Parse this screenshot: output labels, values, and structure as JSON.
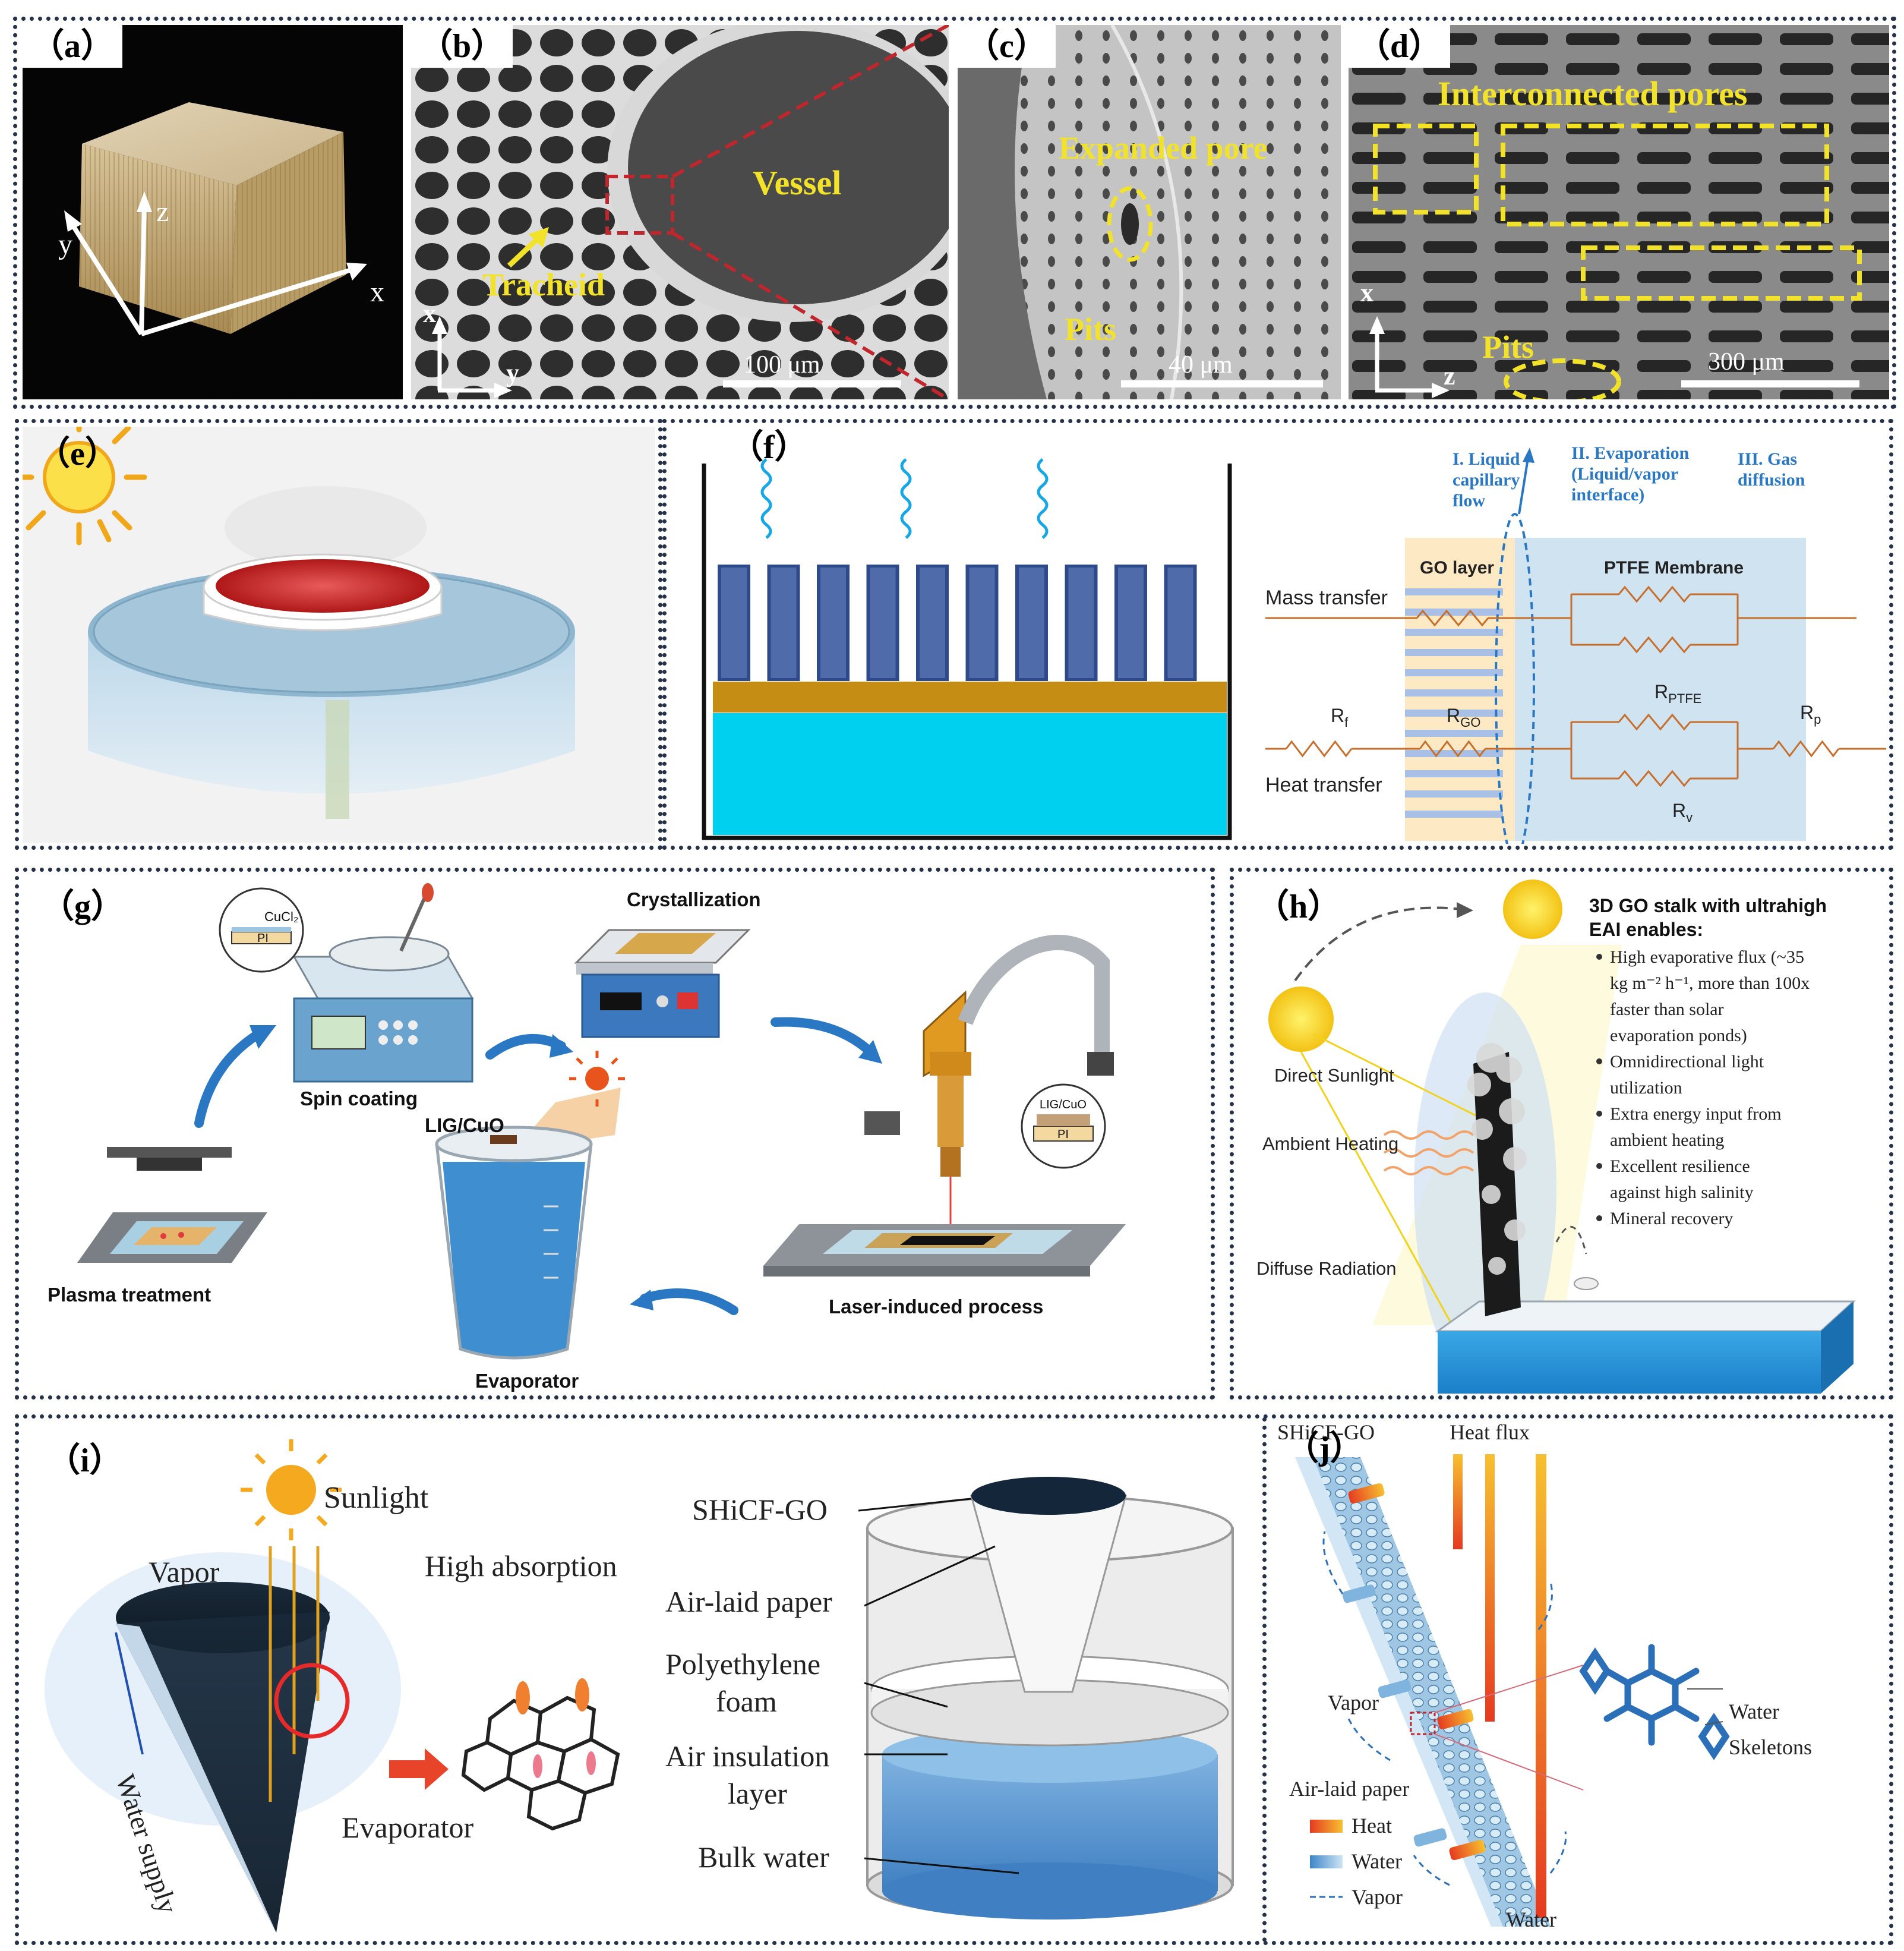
{
  "panels": {
    "a": {
      "tag": "（a）",
      "axes": {
        "x": "x",
        "y": "y",
        "z": "z"
      }
    },
    "b": {
      "tag": "（b）",
      "vessel": "Vessel",
      "tracheid": "Tracheid",
      "scale": "100 μm",
      "axes": {
        "v": "x",
        "h": "y"
      }
    },
    "c": {
      "tag": "（c）",
      "expanded_pore": "Expanded  pore",
      "pits": "Pits",
      "scale": "40 μm"
    },
    "d": {
      "tag": "（d）",
      "interconnected": "Interconnected pores",
      "pits": "Pits",
      "scale": "300 μm",
      "axes": {
        "v": "x",
        "h": "z"
      }
    },
    "e": {
      "tag": "（e）"
    },
    "f": {
      "tag": "（f）",
      "stage1": [
        "I. Liquid",
        "capillary",
        "flow"
      ],
      "stage2": [
        "II. Evaporation",
        "(Liquid/vapor",
        "interface)"
      ],
      "stage3": [
        "III. Gas",
        "diffusion"
      ],
      "go_layer": "GO layer",
      "ptfe_membrane": "PTFE Membrane",
      "mass_transfer": "Mass transfer",
      "heat_transfer": "Heat transfer",
      "r_f": "R",
      "r_f_sub": "f",
      "r_go": "R",
      "r_go_sub": "GO",
      "r_ptfe": "R",
      "r_ptfe_sub": "PTFE",
      "r_v": "R",
      "r_v_sub": "v",
      "r_p": "R",
      "r_p_sub": "p"
    },
    "g": {
      "tag": "（g）",
      "cucl2": "CuCl₂",
      "pi": "PI",
      "spin_coating": "Spin coating",
      "crystallization": "Crystallization",
      "plasma": "Plasma treatment",
      "lig_cuo": "LIG/CuO",
      "lig_cuo_inset": "LIG/CuO",
      "pi_inset": "PI",
      "evaporator": "Evaporator",
      "laser": "Laser-induced process"
    },
    "h": {
      "tag": "（h）",
      "title": [
        "3D GO stalk with ultrahigh",
        "EAI enables:"
      ],
      "bullets": [
        [
          "High evaporative flux (~35",
          "kg m⁻² h⁻¹, more than 100x",
          "faster than solar",
          "evaporation ponds)"
        ],
        [
          "Omnidirectional light",
          "utilization"
        ],
        [
          "Extra energy input from",
          "ambient heating"
        ],
        [
          "Excellent resilience",
          "against high salinity"
        ],
        [
          "Mineral recovery"
        ]
      ],
      "direct": "Direct Sunlight",
      "ambient": "Ambient Heating",
      "diffuse": "Diffuse Radiation"
    },
    "i": {
      "tag": "（i）",
      "sunlight": "Sunlight",
      "vapor": "Vapor",
      "high_absorption": "High absorption",
      "water_supply": "Water supply",
      "evaporator": "Evaporator",
      "shicf_go": "SHiCF-GO",
      "air_laid": "Air-laid paper",
      "polyethylene": [
        "Polyethylene",
        "foam"
      ],
      "air_insulation": [
        "Air insulation",
        "layer"
      ],
      "bulk_water": "Bulk water"
    },
    "j": {
      "tag": "（j）",
      "shicf_go": "SHiCF-GO",
      "heat_flux": "Heat flux",
      "vapor": "Vapor",
      "air_laid": "Air-laid paper",
      "water_label": "Water",
      "skeletons": "Skeletons",
      "legend_heat": "Heat",
      "legend_water": "Water",
      "legend_vapor": "Vapor",
      "water_bottom": "Water"
    }
  },
  "colors": {
    "frame": "#26324a",
    "label_yellow": "#f2e22a",
    "sem_bg": "#5a5a5a",
    "red_dash": "#c0262b",
    "water_blue": "#00d0ef",
    "brown": "#c68d14",
    "resistor": "#c7702e",
    "arrow_blue": "#2a78c4"
  }
}
